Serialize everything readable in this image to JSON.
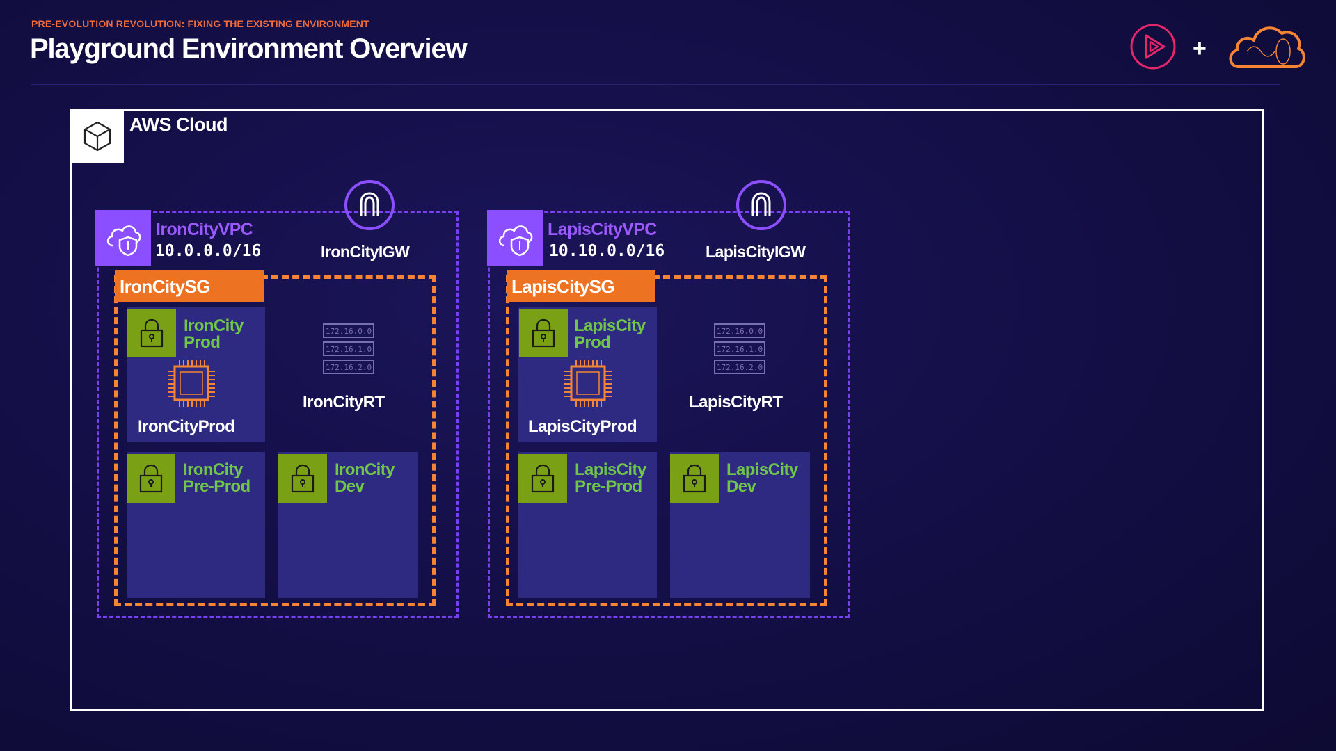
{
  "header": {
    "eyebrow": "PRE-EVOLUTION REVOLUTION: FIXING THE EXISTING ENVIRONMENT",
    "title": "Playground Environment Overview",
    "plus": "+"
  },
  "cloud": {
    "label": "AWS Cloud"
  },
  "vpcs": [
    {
      "name": "IronCityVPC",
      "cidr": "10.0.0.0/16",
      "igw": "IronCityIGW",
      "sg": "IronCitySG",
      "rt": "IronCityRT",
      "rt_routes": [
        "172.16.0.0",
        "172.16.1.0",
        "172.16.2.0"
      ],
      "subnets": [
        {
          "line1": "IronCity",
          "line2": "Prod"
        },
        {
          "line1": "IronCity",
          "line2": "Pre-Prod"
        },
        {
          "line1": "IronCity",
          "line2": "Dev"
        }
      ],
      "instance": "IronCityProd"
    },
    {
      "name": "LapisCityVPC",
      "cidr": "10.10.0.0/16",
      "igw": "LapisCityIGW",
      "sg": "LapisCitySG",
      "rt": "LapisCityRT",
      "rt_routes": [
        "172.16.0.0",
        "172.16.1.0",
        "172.16.2.0"
      ],
      "subnets": [
        {
          "line1": "LapisCity",
          "line2": "Prod"
        },
        {
          "line1": "LapisCity",
          "line2": "Pre-Prod"
        },
        {
          "line1": "LapisCity",
          "line2": "Dev"
        }
      ],
      "instance": "LapisCityProd"
    }
  ],
  "colors": {
    "vpc_purple": "#8c4fff",
    "sg_orange": "#ed7222",
    "subnet_green": "#7aa116",
    "subnet_bg": "#2e2a82"
  }
}
